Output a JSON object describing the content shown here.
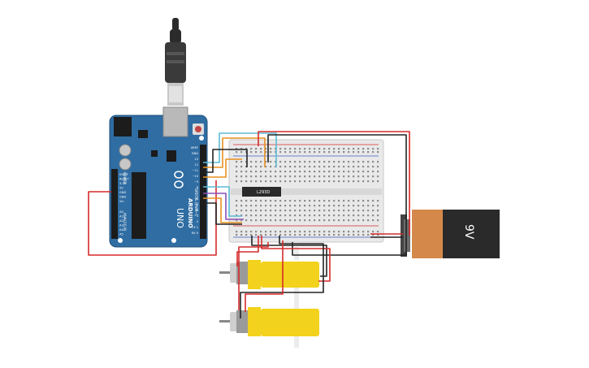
{
  "arduino": {
    "brand": "ARDUINO",
    "model": "UNO",
    "header_labels": [
      "AREF",
      "GND",
      "13",
      "12",
      "~11",
      "~10",
      "~9",
      "8",
      "7",
      "~6",
      "~5",
      "4",
      "~3",
      "2",
      "TX 1",
      "RX 0"
    ],
    "power_labels": [
      "IOREF",
      "RESET",
      "3.3V",
      "5V",
      "GND",
      "GND",
      "Vin"
    ],
    "analog_labels": [
      "A0",
      "A1",
      "A2",
      "A3",
      "A4",
      "A5"
    ],
    "section_power": "POWER",
    "section_analog": "ANALOG IN",
    "section_digital": "DIGITAL (PWM~)"
  },
  "breadboard": {
    "ic_label": "L293D"
  },
  "battery": {
    "label": "9V"
  },
  "colors": {
    "board_blue": "#2f6da3",
    "wire_red": "#d62b2b",
    "wire_black": "#222222",
    "wire_orange": "#e8901e",
    "wire_cyan": "#5bbcd6",
    "wire_purple": "#8a4fb8",
    "motor_yellow": "#f2d21c",
    "battery_orange": "#d4894a"
  }
}
